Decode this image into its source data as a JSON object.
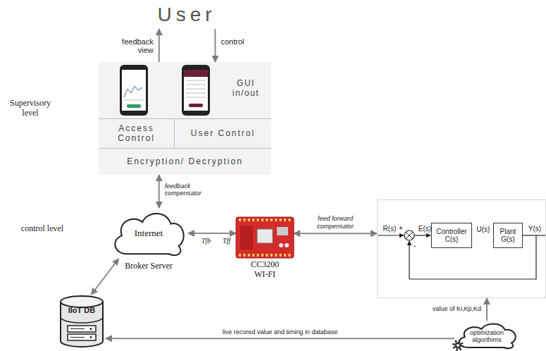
{
  "diagram": {
    "nodes": [
      {
        "text": [
          "User"
        ]
      },
      {
        "text": [
          "GUI in/out"
        ]
      },
      {
        "text": [
          "Access Control"
        ],
        "in": 1
      },
      {
        "text": [
          "User Control"
        ],
        "in": 1
      },
      {
        "text": [
          "Encryption/ Decryption"
        ],
        "in": 1
      },
      {
        "text": [
          "Internet",
          "Broker Server"
        ]
      },
      {
        "text": [
          "CC3200 WI-FI"
        ]
      },
      {
        "text": [
          "R(s)",
          "E(s)",
          "Y(s)"
        ]
      },
      {
        "text": [
          "Controller",
          "C(s)"
        ],
        "in": 7
      },
      {
        "text": [
          "Plant",
          "G(s)"
        ],
        "in": 7
      },
      {
        "text": [
          "optimization algorthims"
        ]
      },
      {
        "text": [
          "IIoT DB"
        ]
      }
    ],
    "edges": [
      {
        "from": 1,
        "to": 0,
        "arrow": "to",
        "label": "feedback view"
      },
      {
        "from": 0,
        "to": 1,
        "arrow": "to",
        "label": "control"
      },
      {
        "from": 4,
        "to": 5,
        "arrow": "both",
        "label": "feedback compensator"
      },
      {
        "from": 5,
        "to": 6,
        "arrow": "both"
      },
      {
        "from": 6,
        "to": 7,
        "arrow": "both",
        "label": "feed forward compensator"
      },
      {
        "from": 10,
        "to": 7,
        "arrow": "to",
        "label": "value of Ki,Kp,Kd"
      },
      {
        "from": 10,
        "to": 11,
        "arrow": "to",
        "label": "live recored value and timing in database"
      },
      {
        "from": 11,
        "to": 5,
        "arrow": "both"
      },
      {
        "from": 8,
        "to": 9,
        "arrow": "to",
        "label": "U(s)"
      }
    ],
    "labels": [
      "Supervisory level",
      "control level",
      "Tfb",
      "Tff",
      "+",
      "-"
    ]
  }
}
